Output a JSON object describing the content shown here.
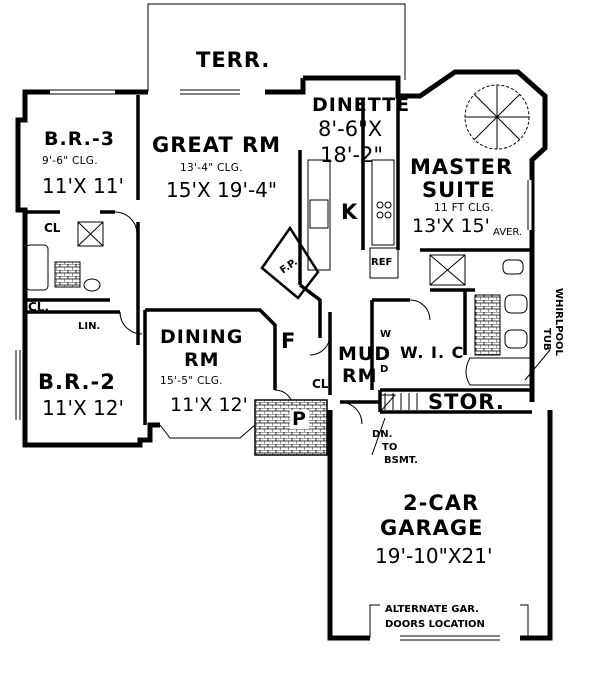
{
  "rooms": {
    "terrace": {
      "name": "TERR."
    },
    "dinette": {
      "name": "DINETTE",
      "dim1": "8'-6\"X",
      "dim2": "18'-2\""
    },
    "great_room": {
      "name": "GREAT RM",
      "ceiling": "13'-4\" CLG.",
      "dim": "15'X 19'-4\""
    },
    "bedroom3": {
      "name": "B.R.-3",
      "ceiling": "9'-6\" CLG.",
      "dim": "11'X 11'"
    },
    "master_suite": {
      "name1": "MASTER",
      "name2": "SUITE",
      "ceiling": "11 FT CLG.",
      "dim": "13'X 15'",
      "dim_suffix": "AVER."
    },
    "kitchen": {
      "name": "K",
      "fireplace": "F.P.",
      "refrigerator": "REF"
    },
    "dining": {
      "name1": "DINING",
      "name2": "RM",
      "ceiling": "15'-5\" CLG.",
      "dim": "11'X 12'"
    },
    "foyer": {
      "name": "F"
    },
    "mud_room": {
      "name1": "MUD",
      "name2": "RM",
      "washer": "W",
      "dryer": "D"
    },
    "wic": {
      "name": "W. I. C"
    },
    "storage": {
      "name": "STOR."
    },
    "bedroom2": {
      "name": "B.R.-2",
      "dim": "11'X 12'"
    },
    "porch": {
      "name": "P"
    },
    "garage": {
      "name1": "2-CAR",
      "name2": "GARAGE",
      "dim": "19'-10\"X21'"
    }
  },
  "closets": {
    "cl_br3": "CL",
    "cl_hall": "CL.",
    "lin": "LIN.",
    "cl_foyer": "CL"
  },
  "notes": {
    "whirlpool1": "WHIRLPOOL",
    "whirlpool2": "TUB",
    "down1": "DN.",
    "down2": "TO",
    "down3": "BSMT.",
    "alt_garage1": "ALTERNATE GAR.",
    "alt_garage2": "DOORS LOCATION"
  }
}
